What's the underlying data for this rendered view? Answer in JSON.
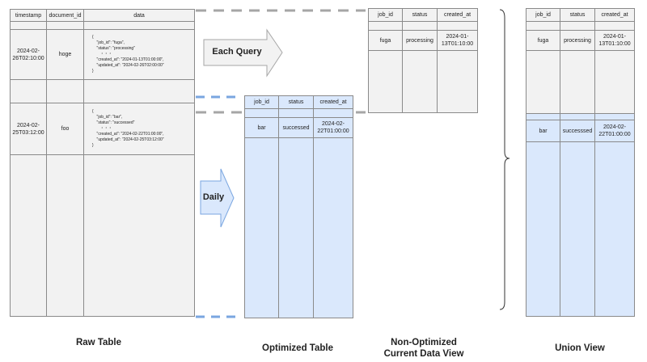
{
  "raw_table": {
    "caption": "Raw Table",
    "headers": [
      "timestamp",
      "document_id",
      "data"
    ],
    "rows": [
      {
        "timestamp": "2024-02-\n26T02:10:00",
        "document_id": "hoge",
        "data": "{\n    \"job_id\": \"fuga\",\n    \"status\": \"processing\"\n       ・・・\n    \"created_at\": \"2024-01-13T01:00:00\",\n    \"updated_at\": \"2024-02-26T02:00:00\"\n}"
      },
      {
        "timestamp": "2024-02-\n25T03:12:00",
        "document_id": "foo",
        "data": "{\n    \"job_id\": \"bar\",\n    \"status\": \"successed\"\n       ・・・\n    \"created_at\": \"2024-02-22T01:00:00\",\n    \"updated_at\": \"2024-02-25T03:12:00\"\n}"
      }
    ]
  },
  "optimized_table": {
    "caption": "Optimized Table",
    "headers": [
      "job_id",
      "status",
      "created_at"
    ],
    "row": {
      "job_id": "bar",
      "status": "successed",
      "created_at": "2024-02-\n22T01:00:00"
    }
  },
  "non_optimized_view": {
    "caption": "Non-Optimized\nCurrent Data View",
    "headers": [
      "job_id",
      "status",
      "created_at"
    ],
    "row": {
      "job_id": "fuga",
      "status": "processing",
      "created_at": "2024-01-\n13T01:10:00"
    }
  },
  "union_view": {
    "caption": "Union View",
    "headers": [
      "job_id",
      "status",
      "created_at"
    ],
    "rows": [
      {
        "job_id": "fuga",
        "status": "processing",
        "created_at": "2024-01-\n13T01:10:00"
      },
      {
        "job_id": "bar",
        "status": "successsed",
        "created_at": "2024-02-\n22T01:00:00"
      }
    ]
  },
  "arrows": {
    "each_query": "Each Query",
    "daily": "Daily"
  },
  "colors": {
    "gray_fill": "#f2f2f2",
    "blue_fill": "#dae8fc",
    "dash_gray": "#a6a6a6",
    "dash_blue": "#7aa6e0",
    "border": "#8a8a8a"
  }
}
